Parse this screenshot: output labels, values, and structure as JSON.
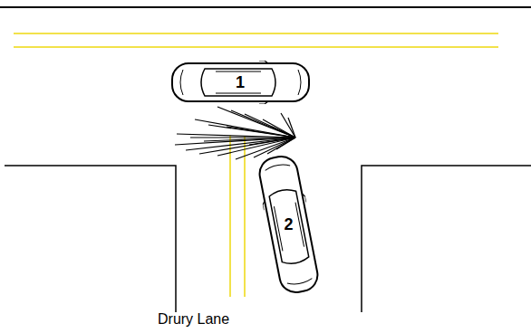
{
  "diagram": {
    "nodes": [
      {
        "text": [
          "1"
        ]
      },
      {
        "text": [
          "2"
        ]
      }
    ],
    "labels": [
      "Drury Lane"
    ]
  }
}
